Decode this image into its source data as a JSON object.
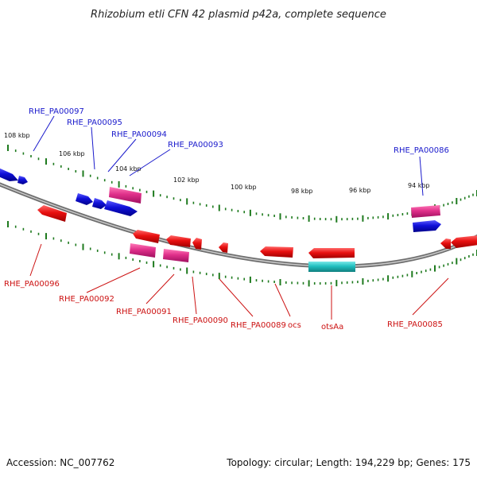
{
  "title": "Rhizobium etli CFN 42 plasmid p42a, complete sequence",
  "accession": "Accession: NC_007762",
  "summary": "Topology: circular; Length: 194,229 bp; Genes: 175",
  "colors": {
    "backbone": "#8a8a8a",
    "tick": "#1e7a1e",
    "forward_label": "#1a1acc",
    "reverse_label": "#cc1111",
    "red": "#e01010",
    "pink": "#e0308a",
    "blue": "#1010d8",
    "cyan": "#20c0c0"
  },
  "scale_labels": [
    "108 kbp",
    "106 kbp",
    "104 kbp",
    "102 kbp",
    "100 kbp",
    "98 kbp",
    "96 kbp",
    "94 kbp"
  ],
  "forward_labels": [
    "RHE_PA00097",
    "RHE_PA00095",
    "RHE_PA00094",
    "RHE_PA00093",
    "RHE_PA00086"
  ],
  "reverse_labels": [
    "RHE_PA00096",
    "RHE_PA00092",
    "RHE_PA00091",
    "RHE_PA00090",
    "RHE_PA00089",
    "ocs",
    "otsAa",
    "RHE_PA00085"
  ]
}
